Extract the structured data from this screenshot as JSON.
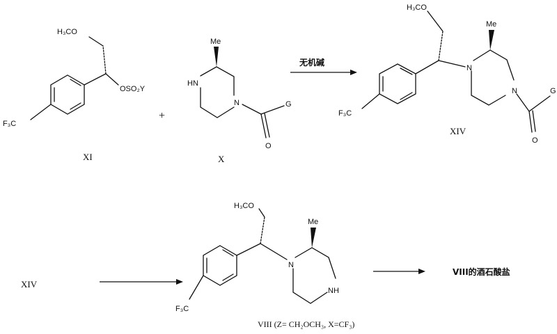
{
  "row1": {
    "xi": {
      "label": "XI",
      "atoms": {
        "methoxy": "H₃CO",
        "leaving_group": "OSO₂Y",
        "cf3": "F₃C"
      }
    },
    "plus": "+",
    "x": {
      "label": "X",
      "atoms": {
        "methyl": "Me",
        "nh": "HN",
        "n": "N",
        "g": "G",
        "o": "O"
      }
    },
    "arrow_reagent": "无机碱",
    "xiv": {
      "label": "XIV",
      "atoms": {
        "methoxy": "H₃CO",
        "methyl": "Me",
        "n1": "N",
        "n2": "N",
        "g": "G",
        "o": "O",
        "cf3": "F₃C"
      }
    }
  },
  "row2": {
    "start_label": "XIV",
    "viii": {
      "atoms": {
        "methoxy": "H₃CO",
        "methyl": "Me",
        "n": "N",
        "nh": "NH",
        "cf3": "F₃C"
      },
      "label": "VIII (Z= CH₂OCH₃, X=CF₃)"
    },
    "product": "VIII的酒石酸盐"
  }
}
